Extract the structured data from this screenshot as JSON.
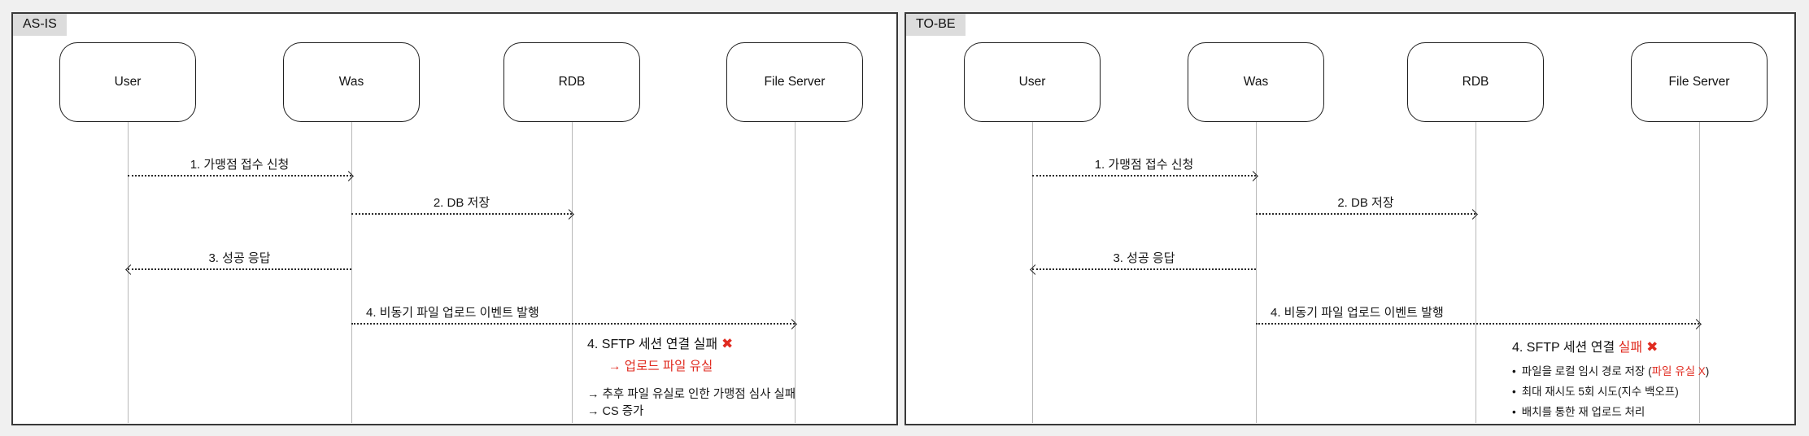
{
  "colors": {
    "accent_red": "#e02b20"
  },
  "panels": [
    {
      "label": "AS-IS",
      "actors": [
        "User",
        "Was",
        "RDB",
        "File Server"
      ],
      "messages": [
        {
          "text": "1. 가맹점 접수 신청",
          "from": 0,
          "to": 1
        },
        {
          "text": "2. DB 저장",
          "from": 1,
          "to": 2
        },
        {
          "text": "3. 성공 응답",
          "from": 1,
          "to": 0
        },
        {
          "text": "4. 비동기 파일 업로드 이벤트 발행",
          "from": 1,
          "to": 3
        }
      ],
      "note": {
        "heading": [
          {
            "text": "4. SFTP 세션 연결 실패",
            "red": false
          }
        ],
        "icon": "✖",
        "lines": [
          {
            "style": "arrow-red-indent",
            "segments": [
              {
                "text": "→ 업로드 파일 유실",
                "red": true
              }
            ]
          },
          {
            "style": "gap",
            "segments": []
          },
          {
            "style": "plain",
            "segments": [
              {
                "text": "→ 추후 파일 유실로 인한 가맹점 심사 실패",
                "red": false
              }
            ]
          },
          {
            "style": "plain",
            "segments": [
              {
                "text": "→ CS 증가",
                "red": false
              }
            ]
          }
        ]
      }
    },
    {
      "label": "TO-BE",
      "actors": [
        "User",
        "Was",
        "RDB",
        "File Server"
      ],
      "messages": [
        {
          "text": "1. 가맹점 접수 신청",
          "from": 0,
          "to": 1
        },
        {
          "text": "2. DB 저장",
          "from": 1,
          "to": 2
        },
        {
          "text": "3. 성공 응답",
          "from": 1,
          "to": 0
        },
        {
          "text": "4. 비동기 파일 업로드 이벤트 발행",
          "from": 1,
          "to": 3
        }
      ],
      "note": {
        "heading": [
          {
            "text": "4. SFTP 세션 연결 ",
            "red": false
          },
          {
            "text": "실패",
            "red": true
          }
        ],
        "icon": "✖",
        "lines": [
          {
            "style": "bullet",
            "segments": [
              {
                "text": "파일을 로컬 임시 경로 저장 (",
                "red": false
              },
              {
                "text": "파일 유실 X",
                "red": true
              },
              {
                "text": ")",
                "red": false
              }
            ]
          },
          {
            "style": "bullet",
            "segments": [
              {
                "text": "최대 재시도 5회 시도(지수 백오프)",
                "red": false
              }
            ]
          },
          {
            "style": "bullet",
            "segments": [
              {
                "text": "배치를 통한 재 업로드 처리",
                "red": false
              }
            ]
          }
        ]
      }
    }
  ]
}
